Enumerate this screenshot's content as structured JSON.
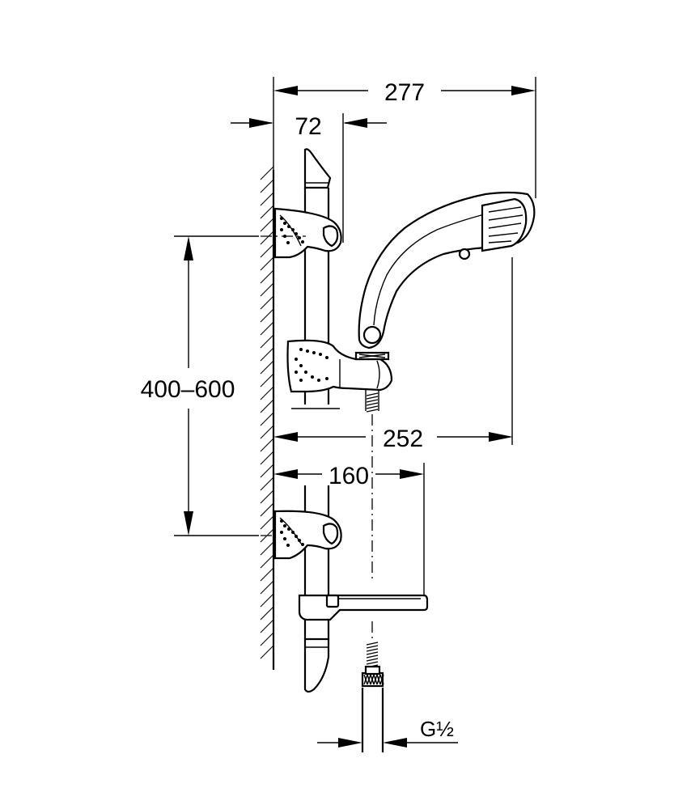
{
  "dimensions": {
    "overall_width": "277",
    "rail_offset": "72",
    "bracket_spacing": "400–600",
    "handshower_reach": "252",
    "shelf_depth": "160",
    "thread": "G½"
  }
}
